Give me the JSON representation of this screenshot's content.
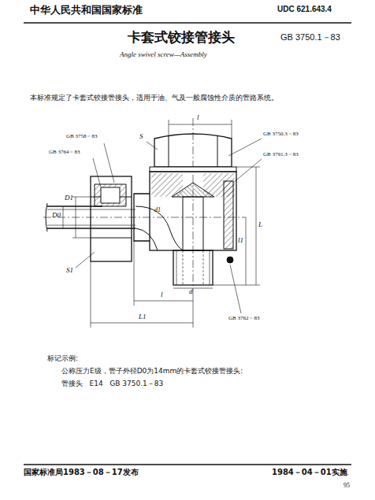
{
  "diagram": {
    "title": "卡套式铰接管接头",
    "labels": [
      "中华人民共和国国家标准",
      "UDC 621.643.4",
      "GB 3750.1－83",
      "Angle swivel screw—Assembly",
      "本标准规定了卡套式铰接管接头，适用于油、气及一般腐蚀性介质的管路系统。",
      "GB 3758－83",
      "GB 3764－83",
      "S",
      "l",
      "GB 3750.3－83",
      "GB 3791.3－83",
      "D0",
      "D1",
      "d1",
      "L",
      "l1",
      "S1",
      "d",
      "l",
      "L1",
      "GB 3762－83",
      "标记示例:",
      "公称压力E级，管子外径D0为14mm的卡套式铰接管接头:",
      "管接头   E14   GB 3750.1－83",
      "国家标准局1983－08－17发布",
      "1984－04－01实施",
      "95"
    ]
  }
}
